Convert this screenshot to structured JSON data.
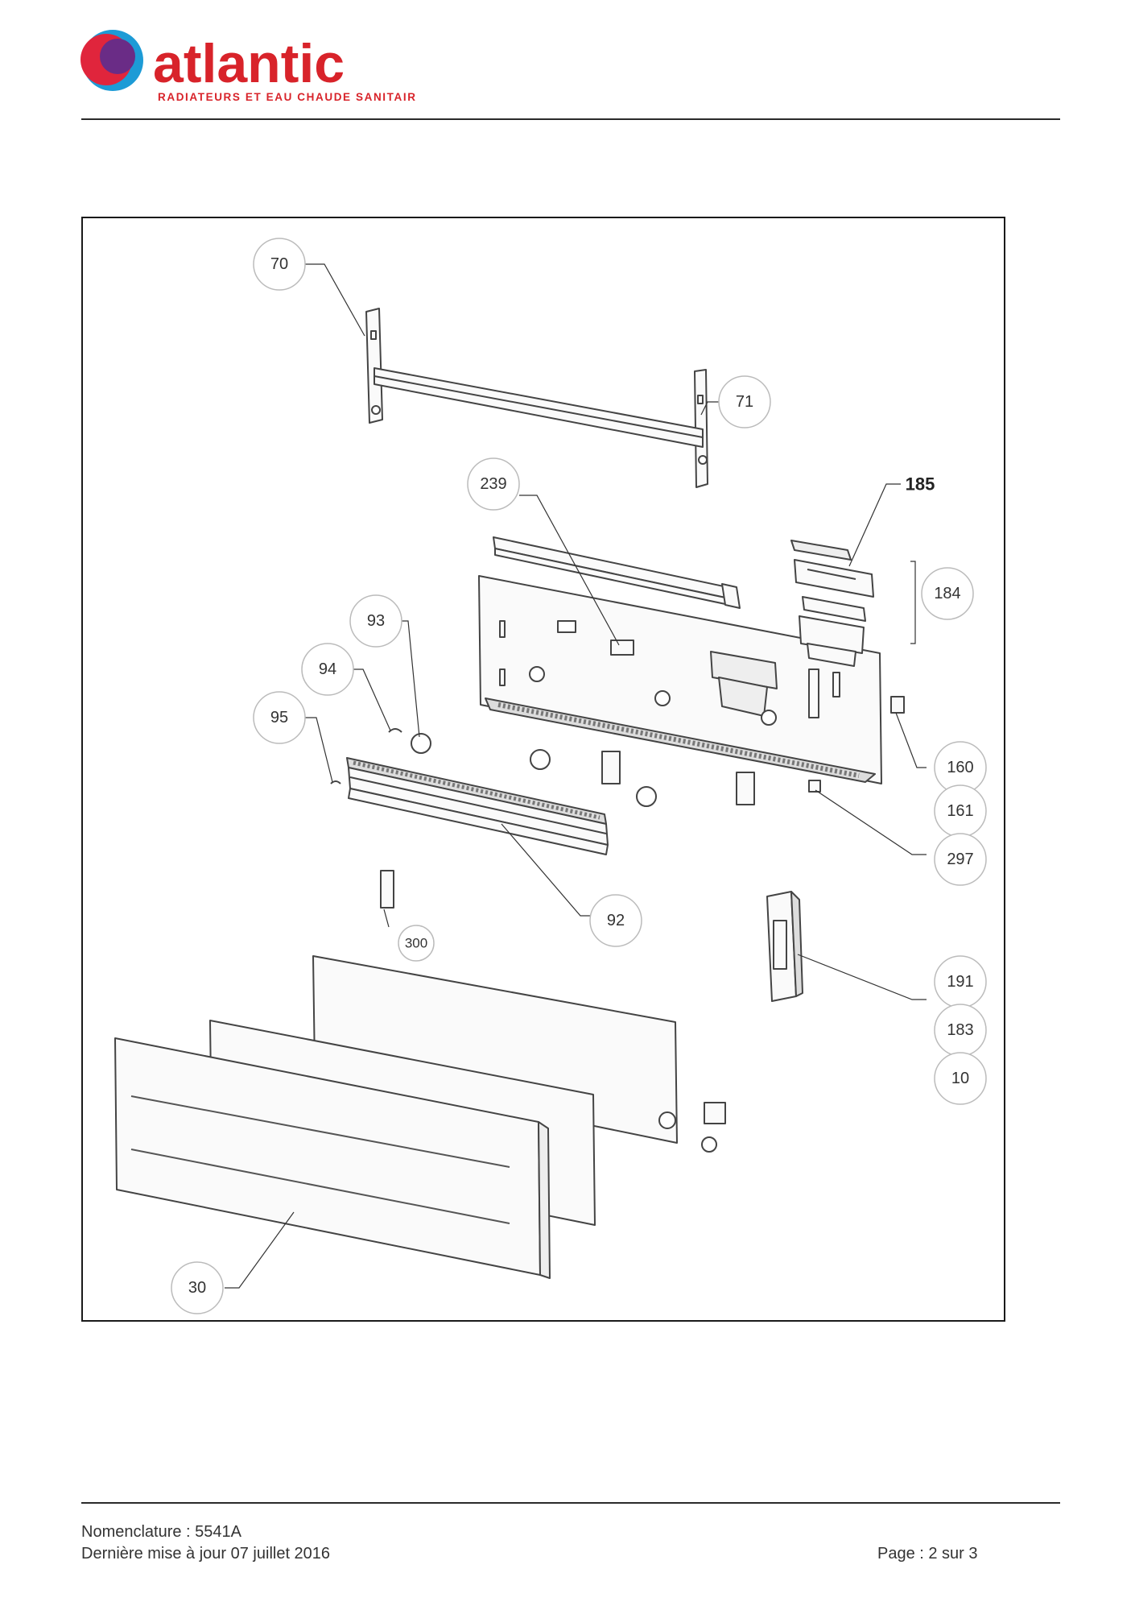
{
  "header": {
    "brand_name": "atlantic",
    "brand_tagline": "RADIATEURS ET EAU CHAUDE SANITAIRE",
    "colors": {
      "brand_red": "#d8232a",
      "circle_blue": "#1d9bd6",
      "circle_purple": "#6a2c86",
      "circle_red": "#e0253c"
    }
  },
  "diagram": {
    "callouts": {
      "c70": "70",
      "c71": "71",
      "c239": "239",
      "c185": "185",
      "c184": "184",
      "c93": "93",
      "c94": "94",
      "c95": "95",
      "c160": "160",
      "c161": "161",
      "c297": "297",
      "c92": "92",
      "c300": "300",
      "c191": "191",
      "c183": "183",
      "c10": "10",
      "c30": "30"
    }
  },
  "footer": {
    "nomenclature": "Nomenclature : 5541A",
    "last_update": "Dernière mise à jour 07 juillet 2016",
    "page": "Page : 2 sur 3"
  }
}
